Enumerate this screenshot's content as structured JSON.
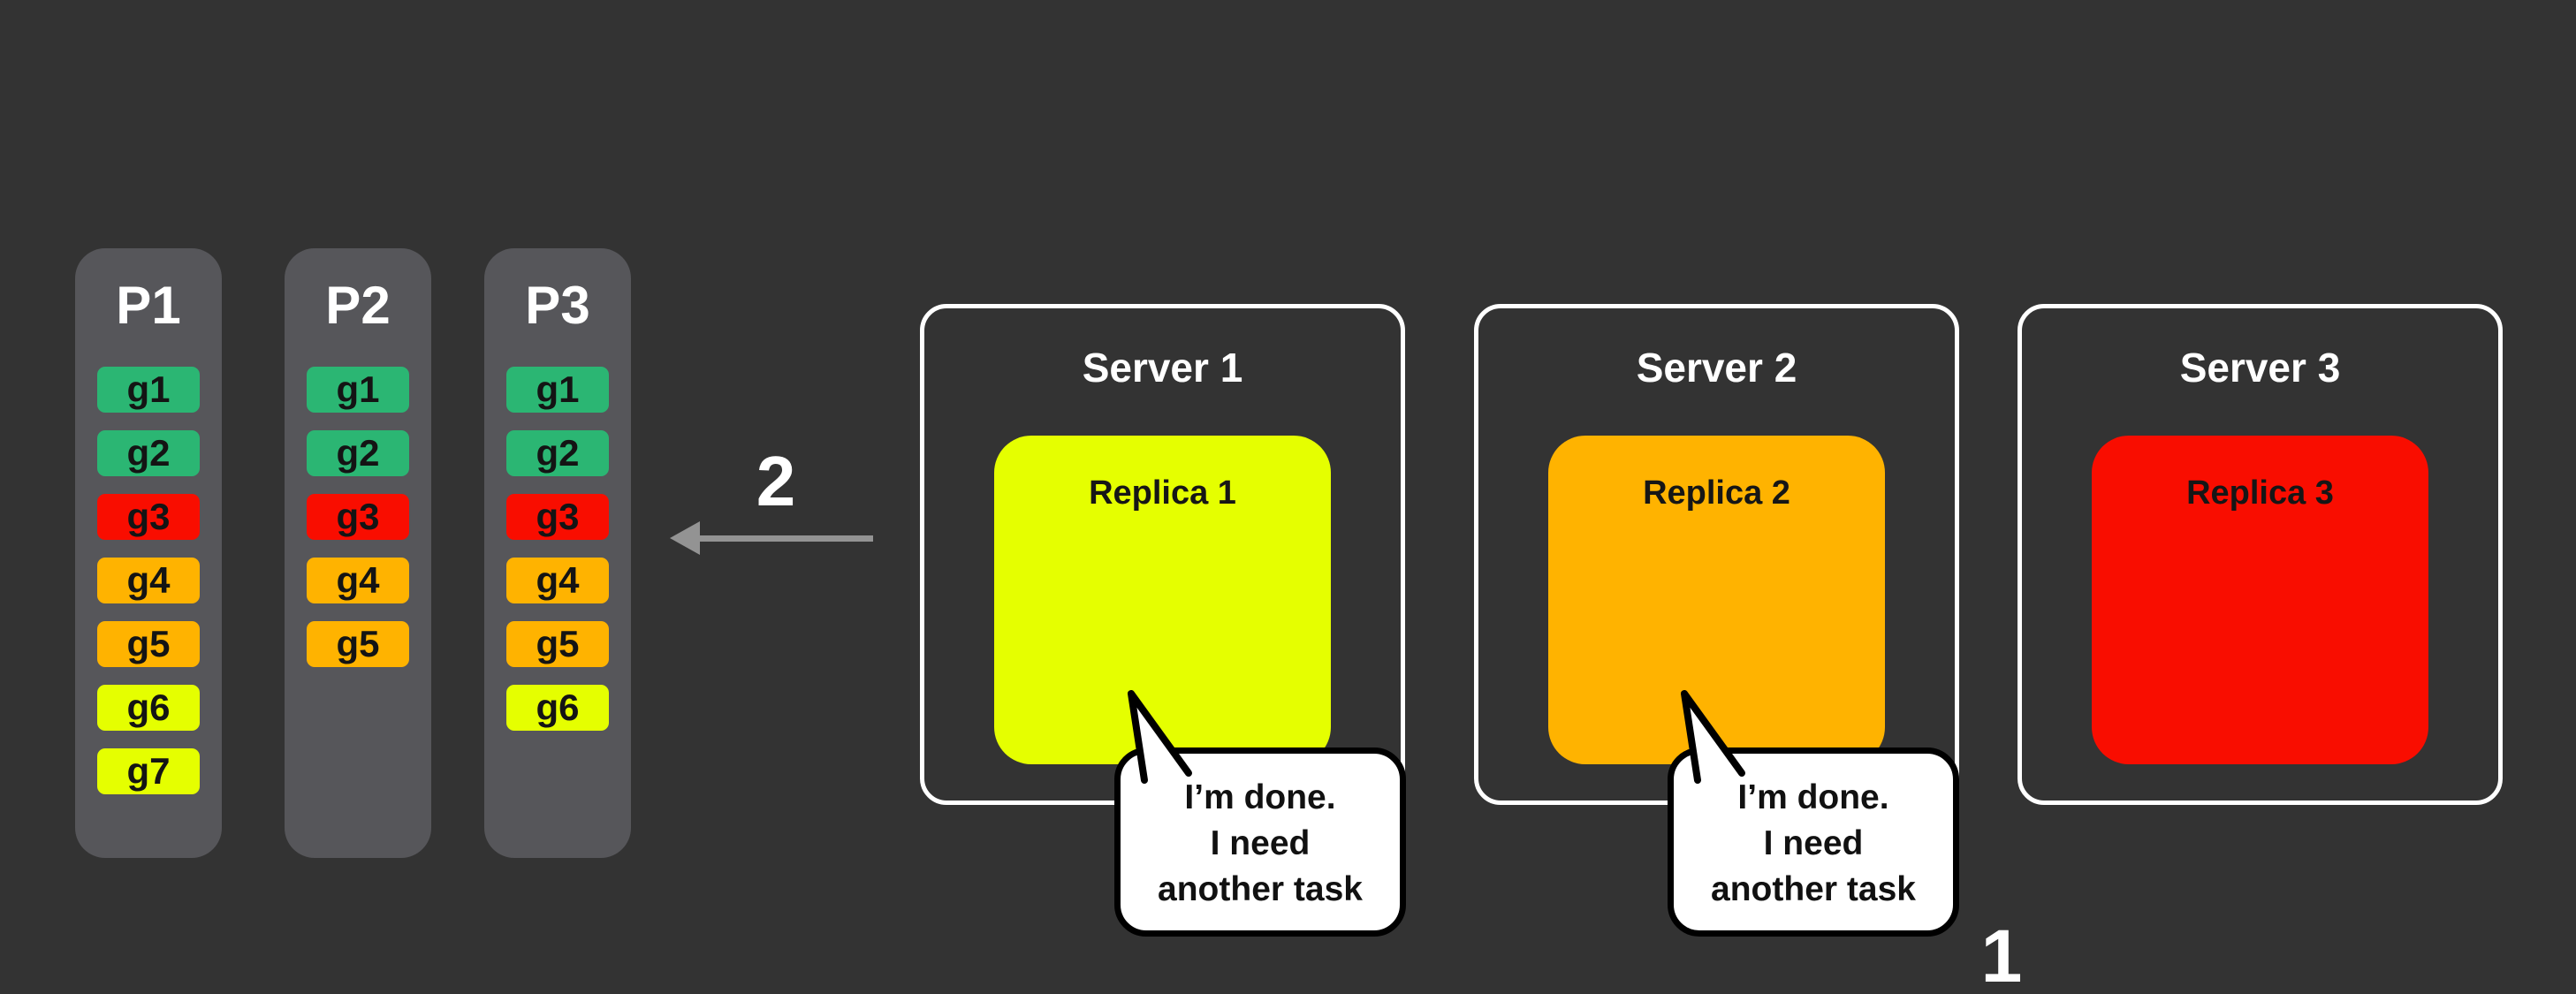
{
  "partitions": [
    {
      "label": "P1",
      "chips": [
        {
          "label": "g1",
          "color": "#2BB673"
        },
        {
          "label": "g2",
          "color": "#2BB673"
        },
        {
          "label": "g3",
          "color": "#F90D00"
        },
        {
          "label": "g4",
          "color": "#FFB300"
        },
        {
          "label": "g5",
          "color": "#FFB300"
        },
        {
          "label": "g6",
          "color": "#E5FF00"
        },
        {
          "label": "g7",
          "color": "#E5FF00"
        }
      ]
    },
    {
      "label": "P2",
      "chips": [
        {
          "label": "g1",
          "color": "#2BB673"
        },
        {
          "label": "g2",
          "color": "#2BB673"
        },
        {
          "label": "g3",
          "color": "#F90D00"
        },
        {
          "label": "g4",
          "color": "#FFB300"
        },
        {
          "label": "g5",
          "color": "#FFB300"
        }
      ]
    },
    {
      "label": "P3",
      "chips": [
        {
          "label": "g1",
          "color": "#2BB673"
        },
        {
          "label": "g2",
          "color": "#2BB673"
        },
        {
          "label": "g3",
          "color": "#F90D00"
        },
        {
          "label": "g4",
          "color": "#FFB300"
        },
        {
          "label": "g5",
          "color": "#FFB300"
        },
        {
          "label": "g6",
          "color": "#E5FF00"
        }
      ]
    }
  ],
  "arrow": {
    "label": "2"
  },
  "servers": [
    {
      "title": "Server 1",
      "replica": {
        "label": "Replica 1",
        "color": "#E5FF00"
      },
      "bubble": {
        "lines": [
          "I’m done.",
          "I need",
          "another task"
        ]
      }
    },
    {
      "title": "Server 2",
      "replica": {
        "label": "Replica 2",
        "color": "#FFB300"
      },
      "bubble": {
        "lines": [
          "I’m done.",
          "I need",
          "another task"
        ]
      }
    },
    {
      "title": "Server 3",
      "replica": {
        "label": "Replica 3",
        "color": "#F90D00"
      }
    }
  ],
  "step_label": "1"
}
